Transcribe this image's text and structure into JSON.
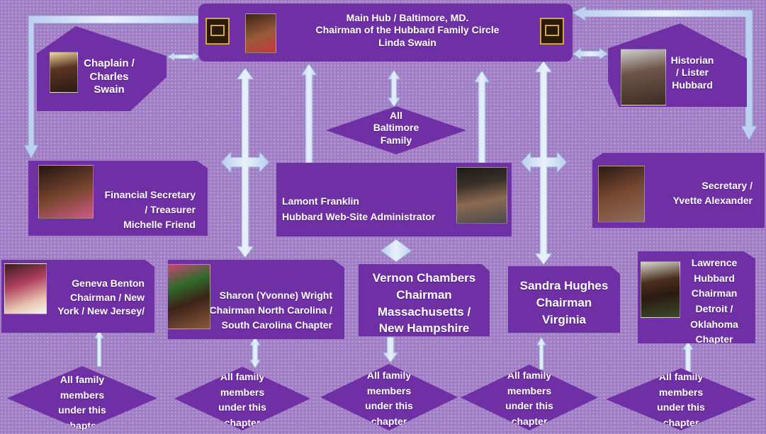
{
  "hub": {
    "line1": "Main Hub / Baltimore, MD.",
    "line2": "Chairman of the Hubbard Family Circle",
    "line3": "Linda Swain"
  },
  "chaplain": {
    "line1": "Chaplain /",
    "line2": "Charles",
    "line3": "Swain"
  },
  "historian": {
    "line1": "Historian",
    "line2": "/ Lister",
    "line3": "Hubbard"
  },
  "baltimore": {
    "line1": "All",
    "line2": "Baltimore",
    "line3": "Family"
  },
  "financial": {
    "line1": "Financial  Secretary",
    "line2": "/ Treasurer",
    "line3": "Michelle Friend"
  },
  "webadmin": {
    "line1": "Lamont Franklin",
    "line2": "Hubbard Web-Site Administrator"
  },
  "secretary": {
    "line1": "Secretary /",
    "line2": "Yvette Alexander"
  },
  "ny_chapter": {
    "line1": "Geneva Benton",
    "line2": "Chairman  / New",
    "line3": "York / New Jersey/"
  },
  "nc_chapter": {
    "line1": "Sharon (Yvonne) Wright",
    "line2": "Chairman North Carolina /",
    "line3": "South Carolina Chapter"
  },
  "ma_chapter": {
    "line1": "Vernon Chambers",
    "line2": "Chairman",
    "line3": "Massachusetts /",
    "line4": "New Hampshire"
  },
  "va_chapter": {
    "line1": "Sandra Hughes",
    "line2": "Chairman",
    "line3": "Virginia"
  },
  "detroit_chapter": {
    "line1": "Lawrence",
    "line2": "Hubbard",
    "line3": "Chairman",
    "line4": "Detroit /",
    "line5": "Oklahoma",
    "line6": "Chapter"
  },
  "family_members": {
    "line1": "All  family",
    "line2": "members",
    "line3": "under this",
    "line4": "chapter"
  },
  "colors": {
    "node": "#6f2fa5",
    "arrow": "#c9d9f2",
    "background": "#a07dc4"
  }
}
